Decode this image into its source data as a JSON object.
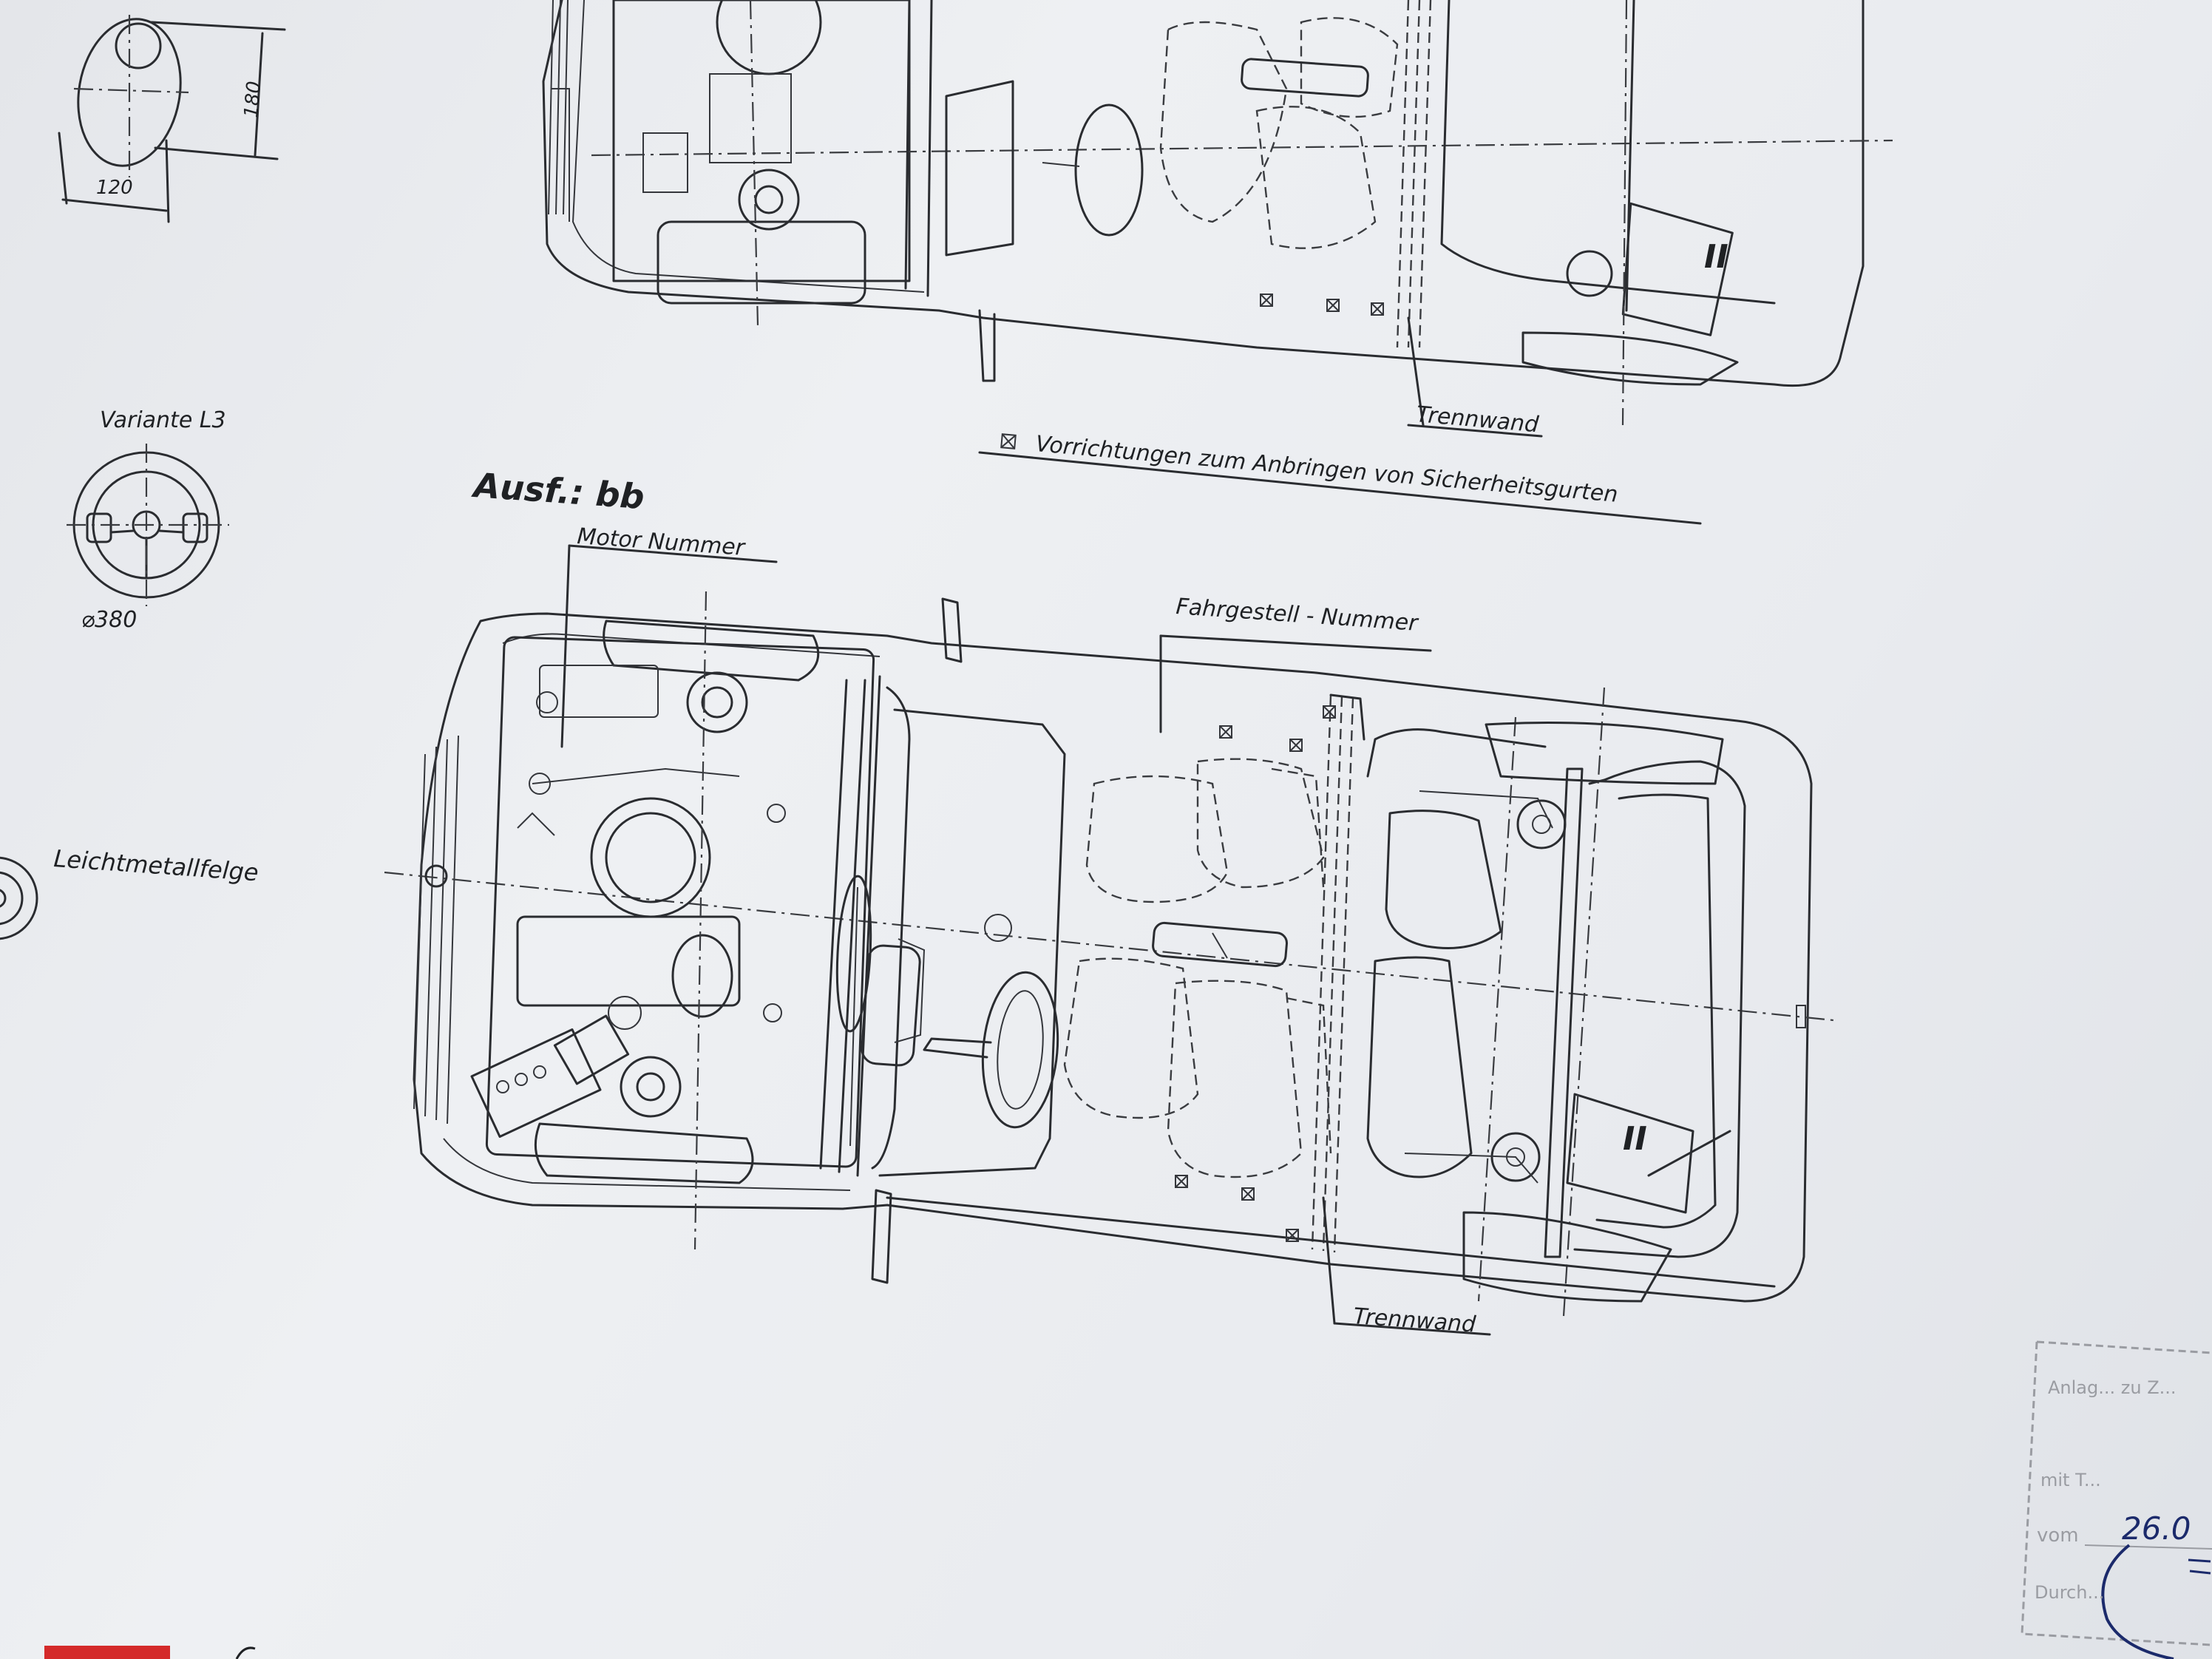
{
  "labels": {
    "dim_height": "180",
    "dim_width": "120",
    "steering_variant": "Variante L3",
    "steering_diameter": "⌀380",
    "alloy_rim": "Leichtmetallfelge",
    "variant_heading": "Ausf.: bb",
    "engine_number": "Motor Nummer",
    "chassis_number": "Fahrgestell - Nummer",
    "partition_top": "Trennwand",
    "partition_bottom": "Trennwand",
    "seatbelt_legend": "Vorrichtungen zum  Anbringen von Sicherheitsgurten",
    "rear_mark_top": "II",
    "rear_mark_bottom": "II"
  },
  "stamp": {
    "line1": "Anlag... zu Z...",
    "line2": "mit T...",
    "line3_label": "vom",
    "line3_value": "26.0",
    "line4": "Durch..."
  },
  "colors": {
    "ink": "#2a2c30",
    "paper": "#e9ebef",
    "stamp_ink": "#9a9ca2",
    "pen_blue": "#1b2a6b",
    "red_mark": "#d42a2a"
  }
}
